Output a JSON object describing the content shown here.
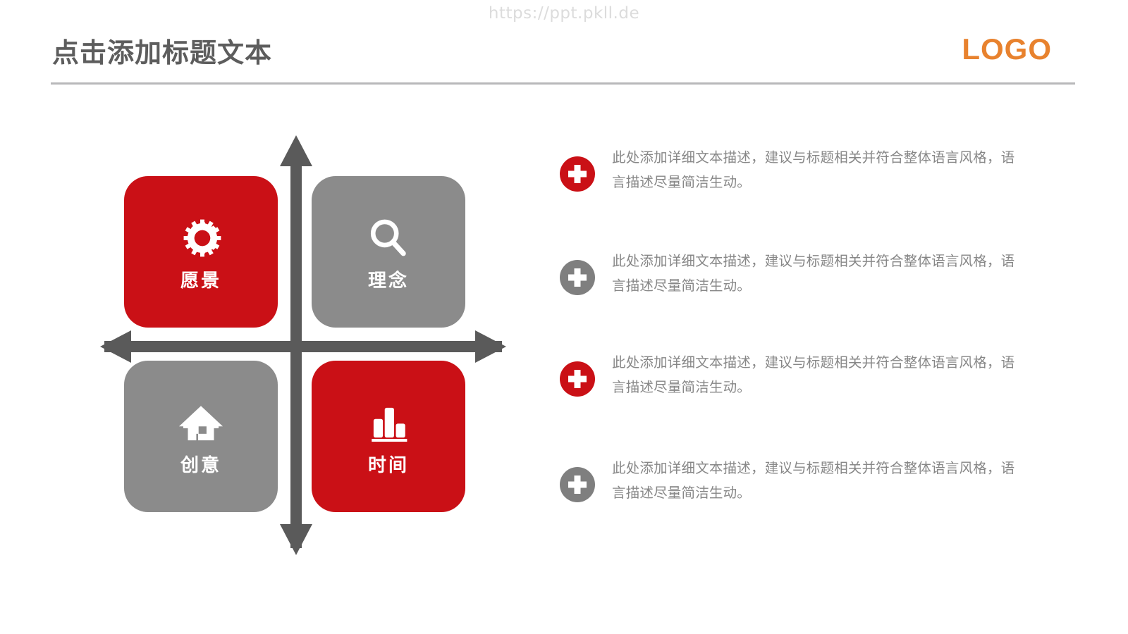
{
  "watermark": {
    "url": "https://ppt.pkll.de"
  },
  "header": {
    "title": "点击添加标题文本",
    "logo": "LOGO"
  },
  "colors": {
    "red": "#CA1016",
    "gray": "#8B8B8B",
    "arrow_gray": "#5A5A5A",
    "logo_orange": "#E8822E",
    "title_gray": "#5D5D5D",
    "body_text_gray": "#878787",
    "divider_gray": "#B8B8BA"
  },
  "diagram": {
    "axis_icon": "four-way-arrow-cross",
    "quadrants": [
      {
        "position": "top-left",
        "label": "愿景",
        "icon": "gear-icon",
        "color": "#CA1016",
        "style": "red"
      },
      {
        "position": "top-right",
        "label": "理念",
        "icon": "search-icon",
        "color": "#8B8B8B",
        "style": "gray"
      },
      {
        "position": "bottom-left",
        "label": "创意",
        "icon": "home-icon",
        "color": "#8B8B8B",
        "style": "gray"
      },
      {
        "position": "bottom-right",
        "label": "时间",
        "icon": "bar-chart-icon",
        "color": "#CA1016",
        "style": "red"
      }
    ]
  },
  "bullets": [
    {
      "icon": "plus-circle-icon",
      "style": "red",
      "text": "此处添加详细文本描述，建议与标题相关并符合整体语言风格，语言描述尽量简洁生动。"
    },
    {
      "icon": "plus-circle-icon",
      "style": "gray",
      "text": "此处添加详细文本描述，建议与标题相关并符合整体语言风格，语言描述尽量简洁生动。"
    },
    {
      "icon": "plus-circle-icon",
      "style": "red",
      "text": "此处添加详细文本描述，建议与标题相关并符合整体语言风格，语言描述尽量简洁生动。"
    },
    {
      "icon": "plus-circle-icon",
      "style": "gray",
      "text": "此处添加详细文本描述，建议与标题相关并符合整体语言风格，语言描述尽量简洁生动。"
    }
  ]
}
